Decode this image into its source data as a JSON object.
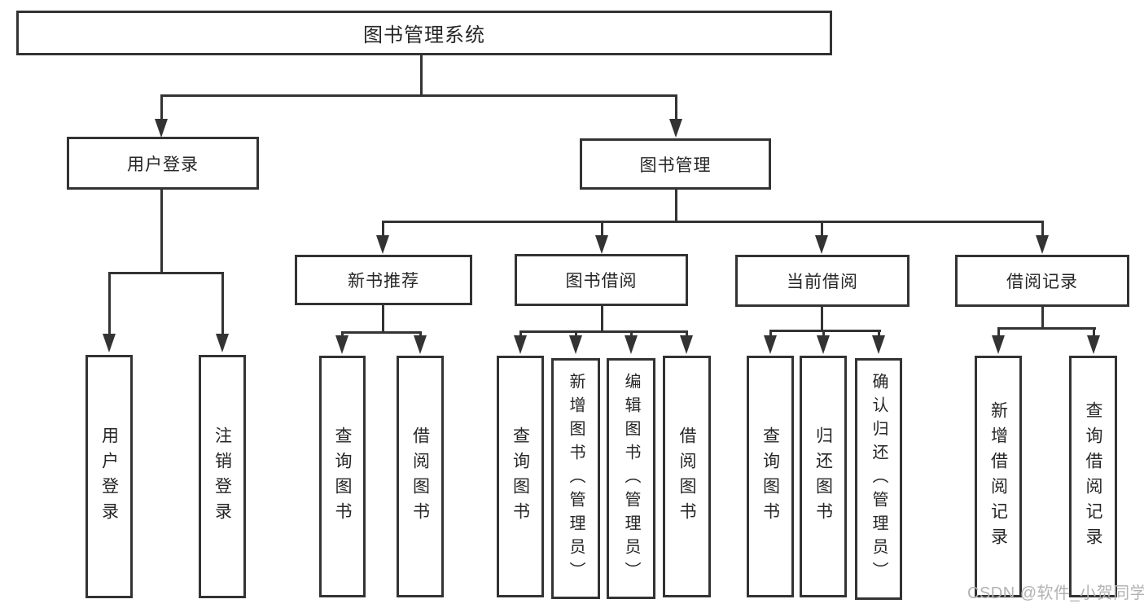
{
  "tree": {
    "root": {
      "label": "图书管理系统"
    },
    "branches": [
      {
        "label": "用户登录",
        "children": [
          {
            "label": "用户登录"
          },
          {
            "label": "注销登录"
          }
        ]
      },
      {
        "label": "图书管理",
        "children": [
          {
            "label": "新书推荐",
            "children": [
              {
                "label": "查询图书"
              },
              {
                "label": "借阅图书"
              }
            ]
          },
          {
            "label": "图书借阅",
            "children": [
              {
                "label": "查询图书"
              },
              {
                "label": "新增图书（管理员）"
              },
              {
                "label": "编辑图书（管理员）"
              },
              {
                "label": "借阅图书"
              }
            ]
          },
          {
            "label": "当前借阅",
            "children": [
              {
                "label": "查询图书"
              },
              {
                "label": "归还图书"
              },
              {
                "label": "确认归还（管理员）"
              }
            ]
          },
          {
            "label": "借阅记录",
            "children": [
              {
                "label": "新增借阅记录"
              },
              {
                "label": "查询借阅记录"
              }
            ]
          }
        ]
      }
    ]
  },
  "watermark": {
    "text": "CSDN @软件_小贺同学"
  },
  "colors": {
    "line": "#333333",
    "text": "#262626",
    "background": "#ffffff",
    "watermark": "#b2b2b2"
  }
}
